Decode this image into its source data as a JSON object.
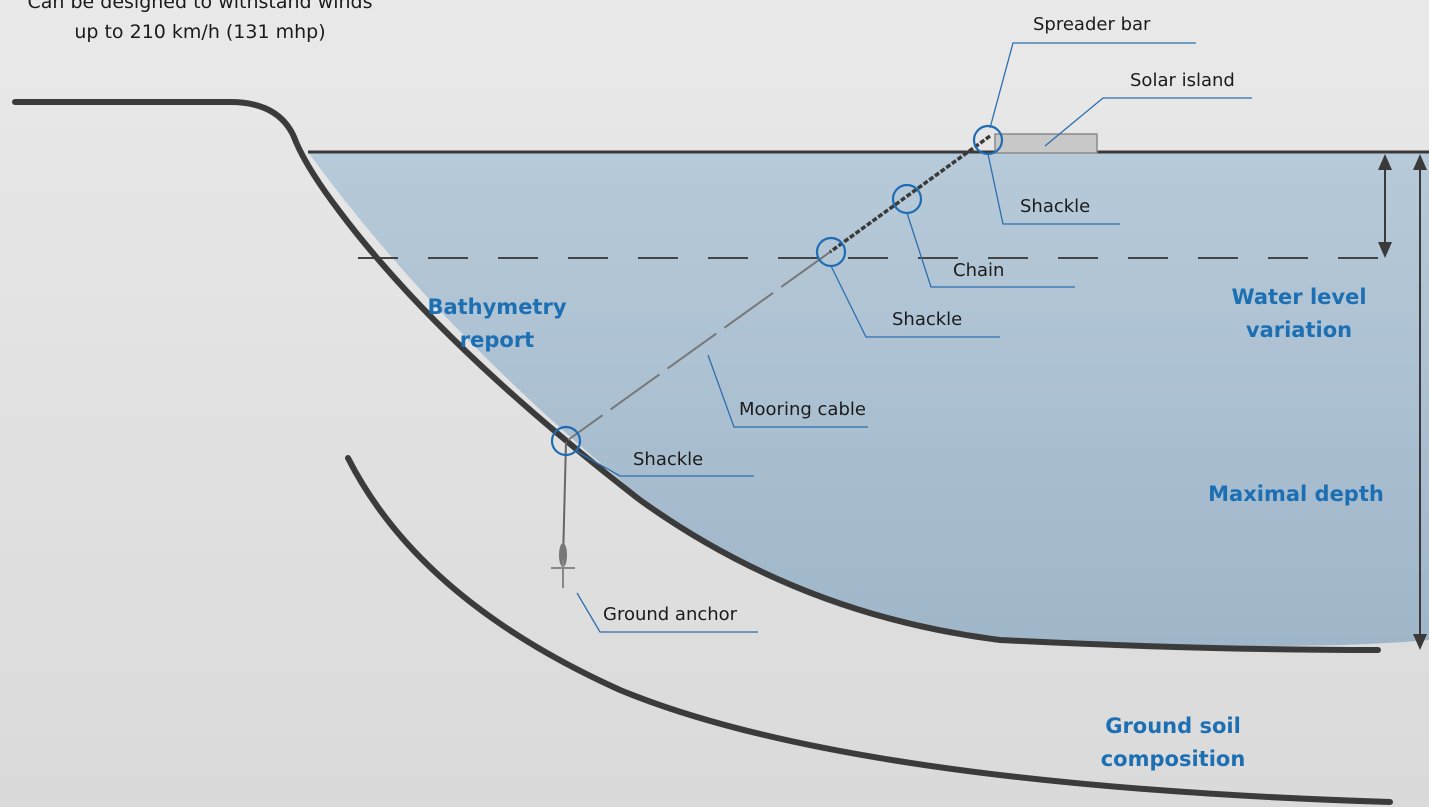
{
  "caption": {
    "line1": "Can be designed to withstand winds",
    "line2": "up to 210 km/h (131 mhp)"
  },
  "labels": {
    "spreader_bar": "Spreader bar",
    "solar_island": "Solar island",
    "shackle_top": "Shackle",
    "chain": "Chain",
    "shackle_mid": "Shackle",
    "mooring_cable": "Mooring cable",
    "shackle_bottom": "Shackle",
    "ground_anchor": "Ground anchor"
  },
  "highlights": {
    "bathymetry_1": "Bathymetry",
    "bathymetry_2": "report",
    "water_level_1": "Water level",
    "water_level_2": "variation",
    "maximal_depth": "Maximal depth",
    "ground_soil_1": "Ground soil",
    "ground_soil_2": "composition"
  },
  "colors": {
    "highlight": "#1d6fb3",
    "leader": "#2c6fae",
    "water": "#a9c0d2",
    "background": "#e4e4e4"
  }
}
